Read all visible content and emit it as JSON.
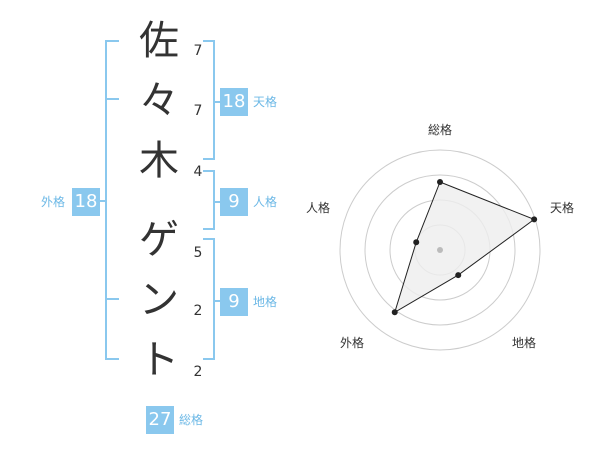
{
  "name_chars": [
    {
      "char": "佐",
      "strokes": "7"
    },
    {
      "char": "々",
      "strokes": "7"
    },
    {
      "char": "木",
      "strokes": "4"
    },
    {
      "char": "ゲ",
      "strokes": "5"
    },
    {
      "char": "ン",
      "strokes": "2"
    },
    {
      "char": "ト",
      "strokes": "2"
    }
  ],
  "kaku": {
    "tenkaku": {
      "value": "18",
      "label": "天格"
    },
    "jinkaku": {
      "value": "9",
      "label": "人格"
    },
    "chikaku": {
      "value": "9",
      "label": "地格"
    },
    "gaikaku": {
      "value": "18",
      "label": "外格"
    },
    "soukaku": {
      "value": "27",
      "label": "総格"
    }
  },
  "colors": {
    "accent": "#8ac8ee",
    "accent_text": "#6cb8e6",
    "radar_fill": "#eeeeee"
  },
  "chart_data": {
    "type": "radar",
    "axes": [
      "総格",
      "天格",
      "地格",
      "外格",
      "人格"
    ],
    "values": [
      0.68,
      0.99,
      0.31,
      0.77,
      0.25
    ],
    "rings": 4
  }
}
